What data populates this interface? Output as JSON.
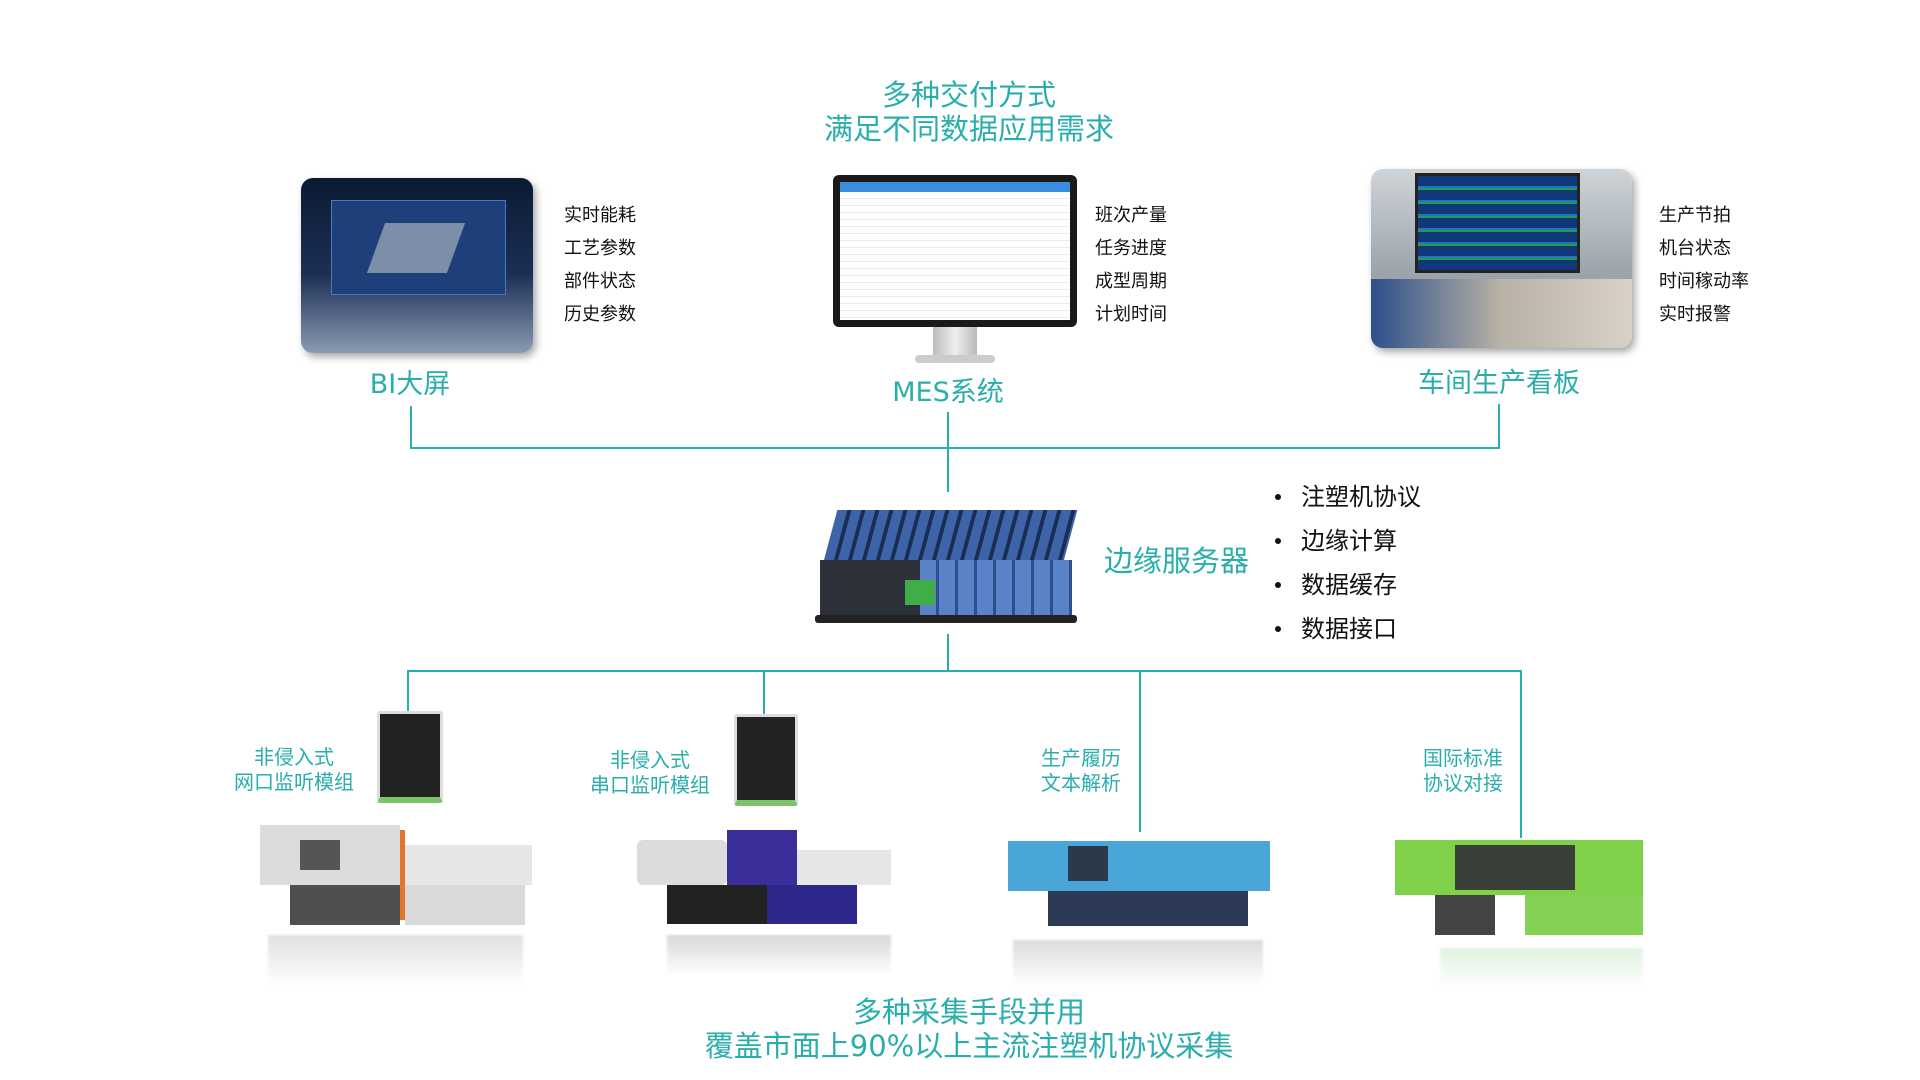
{
  "header": {
    "line1": "多种交付方式",
    "line2": "满足不同数据应用需求"
  },
  "delivery": [
    {
      "label": "BI大屏",
      "features": [
        "实时能耗",
        "工艺参数",
        "部件状态",
        "历史参数"
      ]
    },
    {
      "label": "MES系统",
      "features": [
        "班次产量",
        "任务进度",
        "成型周期",
        "计划时间"
      ]
    },
    {
      "label": "车间生产看板",
      "features": [
        "生产节拍",
        "机台状态",
        "时间稼动率",
        "实时报警"
      ]
    }
  ],
  "server": {
    "label": "边缘服务器",
    "bullets": [
      "注塑机协议",
      "边缘计算",
      "数据缓存",
      "数据接口"
    ]
  },
  "collection": [
    {
      "line1": "非侵入式",
      "line2": "网口监听模组"
    },
    {
      "line1": "非侵入式",
      "line2": "串口监听模组"
    },
    {
      "line1": "生产履历",
      "line2": "文本解析"
    },
    {
      "line1": "国际标准",
      "line2": "协议对接"
    }
  ],
  "footer": {
    "line1": "多种采集手段并用",
    "line2": "覆盖市面上90%以上主流注塑机协议采集"
  },
  "colors": {
    "accent": "#2aaeac"
  }
}
